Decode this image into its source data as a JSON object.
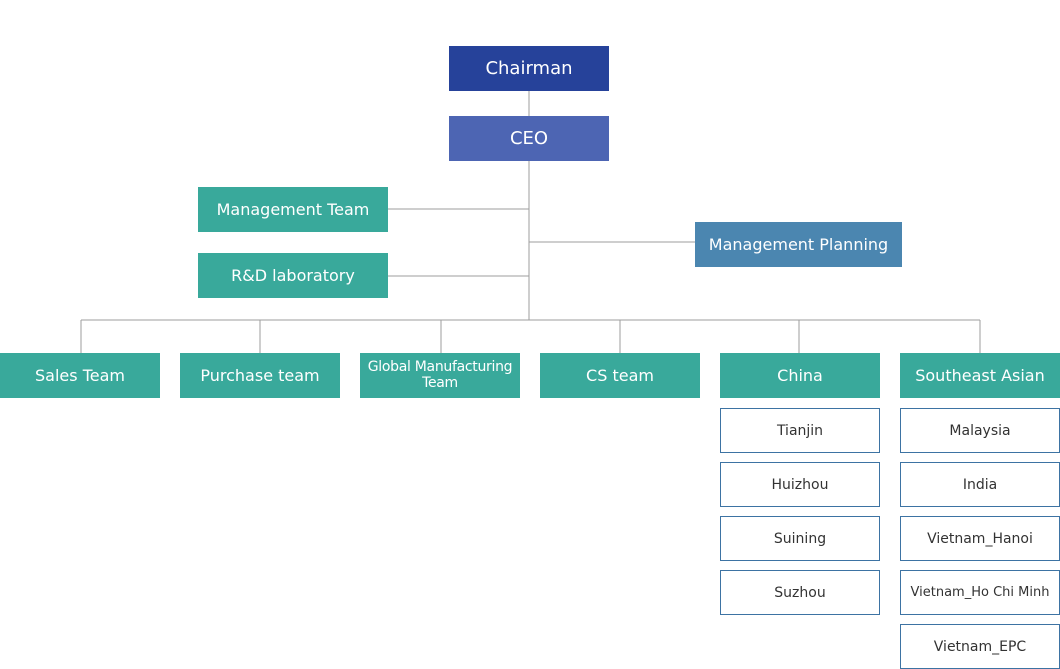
{
  "chart": {
    "chairman": "Chairman",
    "ceo": "CEO",
    "management_team": "Management Team",
    "rnd_lab": "R&D laboratory",
    "management_planning": "Management Planning",
    "departments": [
      "Sales Team",
      "Purchase team",
      "Global Manufacturing Team",
      "CS team",
      "China",
      "Southeast Asian"
    ],
    "china_branches": [
      "Tianjin",
      "Huizhou",
      "Suining",
      "Suzhou"
    ],
    "sea_branches": [
      "Malaysia",
      "India",
      "Vietnam_Hanoi",
      "Vietnam_Ho Chi Minh",
      "Vietnam_EPC"
    ]
  },
  "colors": {
    "chairman": "#26429a",
    "ceo": "#4d65b3",
    "teal": "#39a99b",
    "steel": "#4b86b0",
    "line": "#9e9e9e",
    "sub_border": "#3d73a3"
  }
}
